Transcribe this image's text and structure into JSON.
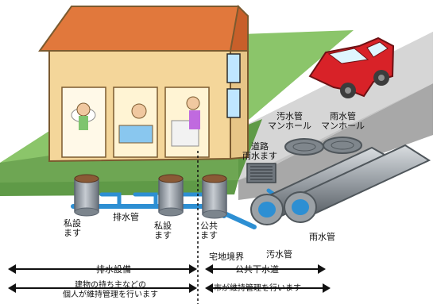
{
  "labels": {
    "house_masu_left": [
      "私設",
      "ます"
    ],
    "drain_pipe": "排水管",
    "house_masu_right": [
      "私設",
      "ます"
    ],
    "public_masu": [
      "公共",
      "ます"
    ],
    "road_rain_masu": [
      "道路",
      "雨水ます"
    ],
    "sewage_manhole": [
      "汚水管",
      "マンホール"
    ],
    "rain_manhole": [
      "雨水管",
      "マンホール"
    ],
    "property_boundary": "宅地境界",
    "sewage_pipe": "汚水管",
    "rain_pipe": "雨水管"
  },
  "sections": {
    "left": {
      "title": "排水設備",
      "note": [
        "建物の持ち主などの",
        "個人が維持管理を行います"
      ]
    },
    "right": {
      "title": "公共下水道",
      "note": "市が維持管理を行います"
    }
  },
  "colors": {
    "ground": "#8bc56a",
    "ground_edge": "#5f9a47",
    "wall": "#f4d69a",
    "roof": "#e1783c",
    "road": "#c9c9c9",
    "pipe_blue": "#2d8fd3",
    "pipe_gray": "#9ea4a8",
    "car": "#d82228",
    "masu_gray": "#8f99a3",
    "masu_top": "#7a4a2b"
  }
}
